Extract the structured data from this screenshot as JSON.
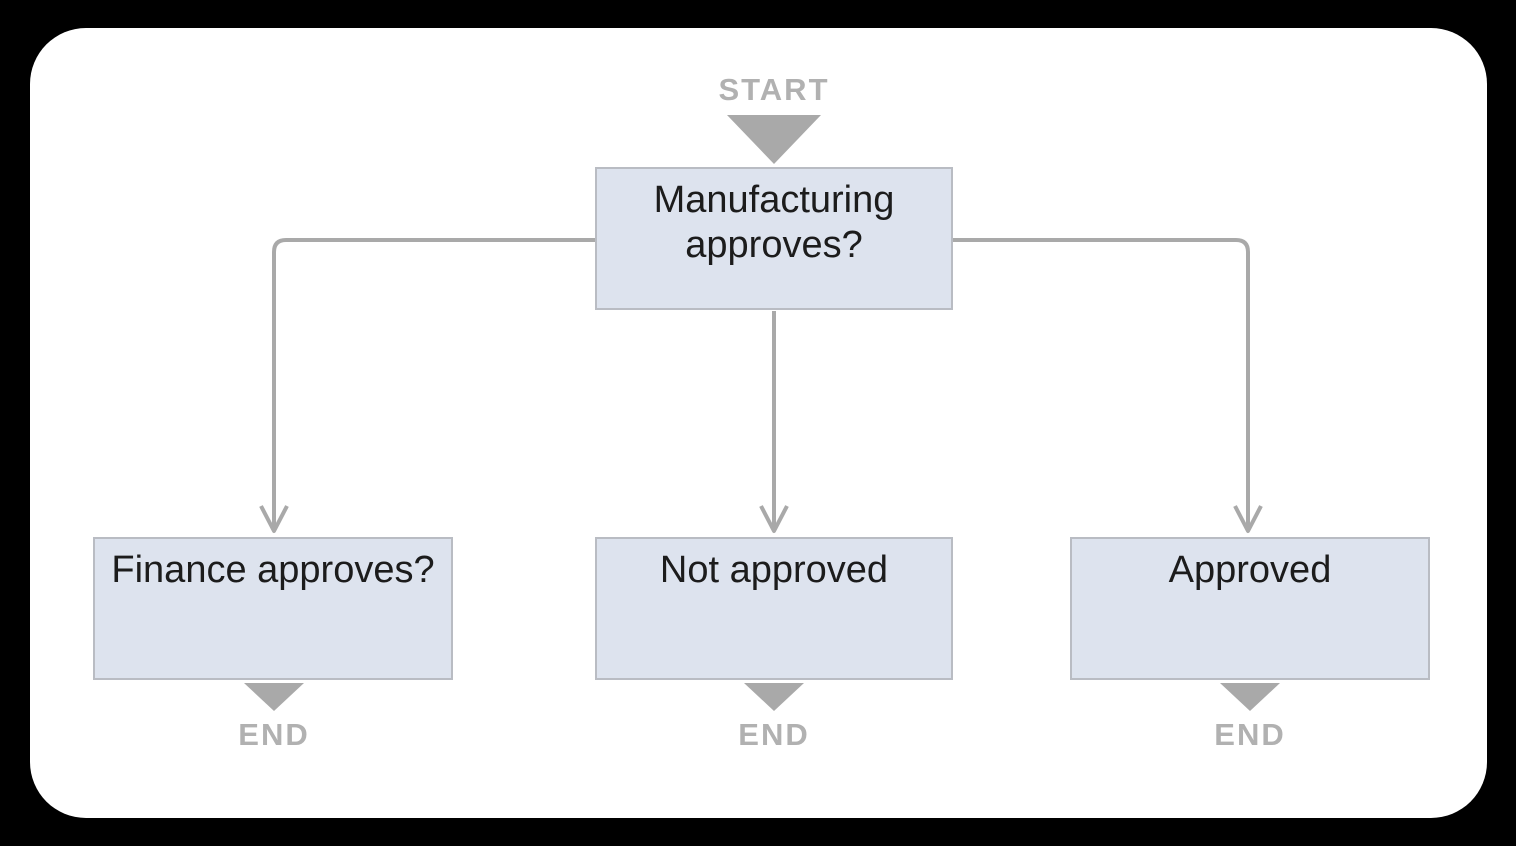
{
  "diagram": {
    "start_label": "START",
    "end_label": "END",
    "nodes": {
      "root": {
        "label": "Manufacturing approves?"
      },
      "left": {
        "label": "Finance approves?"
      },
      "middle": {
        "label": "Not approved"
      },
      "right": {
        "label": "Approved"
      }
    },
    "colors": {
      "page_background": "#000000",
      "card_background": "#ffffff",
      "node_fill": "#dde3ee",
      "node_border": "#b9bcc3",
      "node_text": "#1c1c1c",
      "connector": "#a9a9a9",
      "terminal_triangle": "#a9a9a9",
      "terminal_text": "#b1b1b1"
    }
  }
}
